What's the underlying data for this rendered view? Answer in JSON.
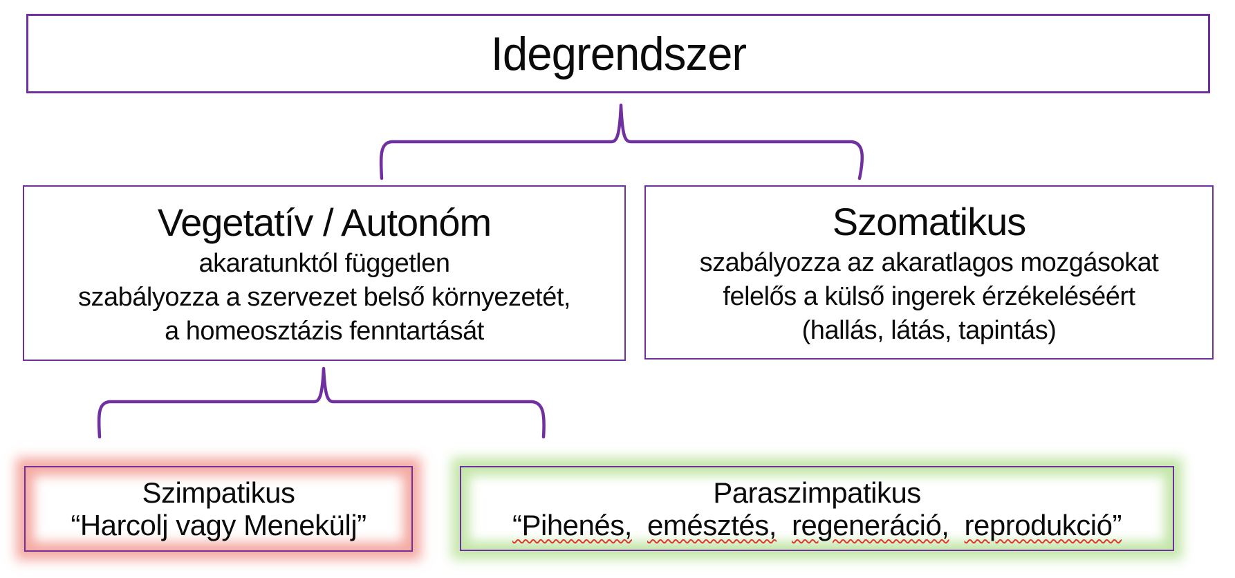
{
  "diagram": {
    "colors": {
      "accent": "#7030A0",
      "glow_red": "#EE7265",
      "glow_green": "#9CD56F",
      "squiggle": "#E0392B",
      "text": "#0b0b0b",
      "background": "#ffffff"
    },
    "nodes": {
      "root": {
        "title": "Idegrendszer"
      },
      "vegetativ": {
        "title": "Vegetatív / Autonóm",
        "lines": [
          "akaratunktól független",
          "szabályozza a szervezet belső környezetét,",
          "a homeosztázis fenntartását"
        ]
      },
      "szomatikus": {
        "title": "Szomatikus",
        "lines": [
          "szabályozza az akaratlagos mozgásokat",
          "felelős a külső ingerek érzékeléséért",
          "(hallás, látás, tapintás)"
        ]
      },
      "szimpatikus": {
        "title": "Szimpatikus",
        "quote": "“Harcolj vagy Menekülj”"
      },
      "paraszimpatikus": {
        "title": "Paraszimpatikus",
        "quote_words": [
          "“Pihenés,",
          "emésztés,",
          "regeneráció,",
          "reprodukció”"
        ]
      }
    }
  }
}
